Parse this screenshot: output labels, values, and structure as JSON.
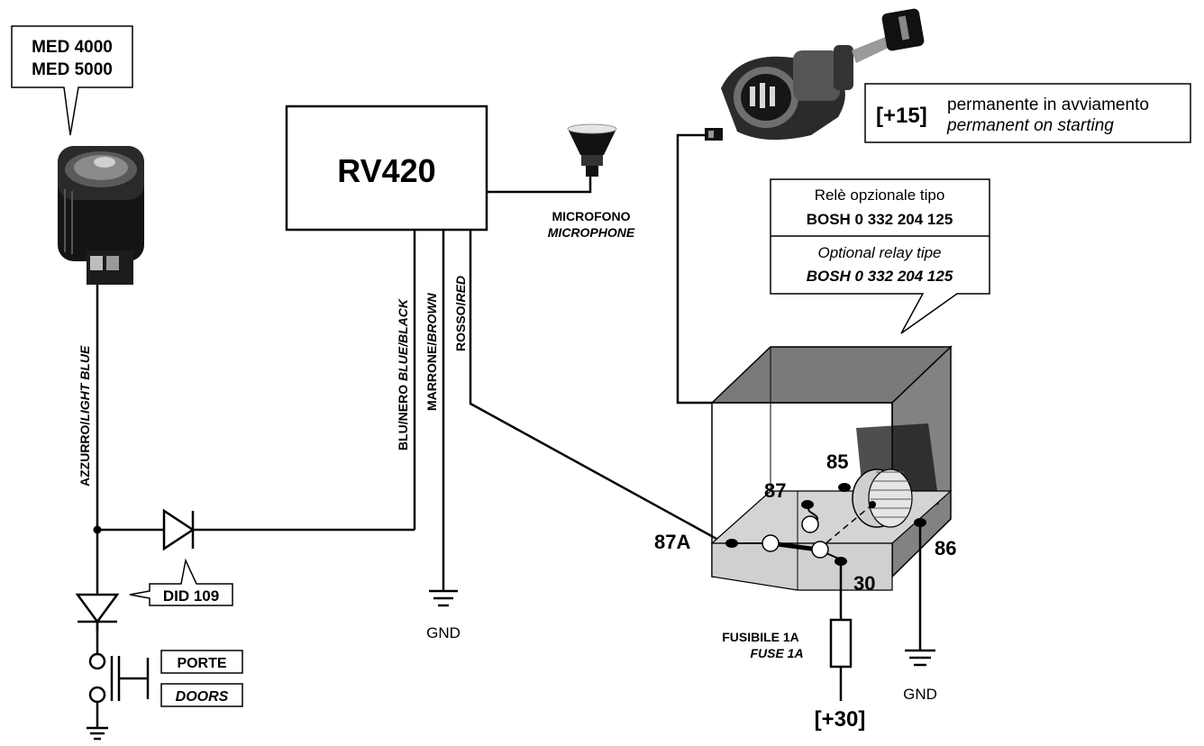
{
  "siren": {
    "label_line1": "MED 4000",
    "label_line2": "MED 5000",
    "wire_label_normal": "AZZURRO/",
    "wire_label_italic": "LIGHT BLUE"
  },
  "module": {
    "name": "RV420",
    "wire_blue_normal": "BLU/NERO ",
    "wire_blue_italic": "BLUE/BLACK",
    "wire_brown_normal": "MARRONE/",
    "wire_brown_italic": "BROWN",
    "wire_red_normal": "ROSSO/",
    "wire_red_italic": "RED",
    "gnd": "GND"
  },
  "microphone": {
    "label_it": "MICROFONO",
    "label_en": "MICROPHONE"
  },
  "key_switch": {
    "terminal": "[+15]",
    "desc_it": "permanente in avviamento",
    "desc_en": "permanent on starting"
  },
  "relay": {
    "note_line1": "Relè opzionale tipo",
    "note_line2": "BOSH 0 332 204 125",
    "note_line3": "Optional relay tipe",
    "note_line4": "BOSH 0 332 204 125",
    "pin_85": "85",
    "pin_87": "87",
    "pin_87a": "87A",
    "pin_86": "86",
    "pin_30": "30",
    "gnd": "GND"
  },
  "fuse": {
    "label_it": "FUSIBILE 1A",
    "label_en": "FUSE 1A",
    "supply": "[+30]"
  },
  "diode": {
    "label": "DID 109"
  },
  "doors": {
    "label_it": "PORTE",
    "label_en": "DOORS"
  }
}
